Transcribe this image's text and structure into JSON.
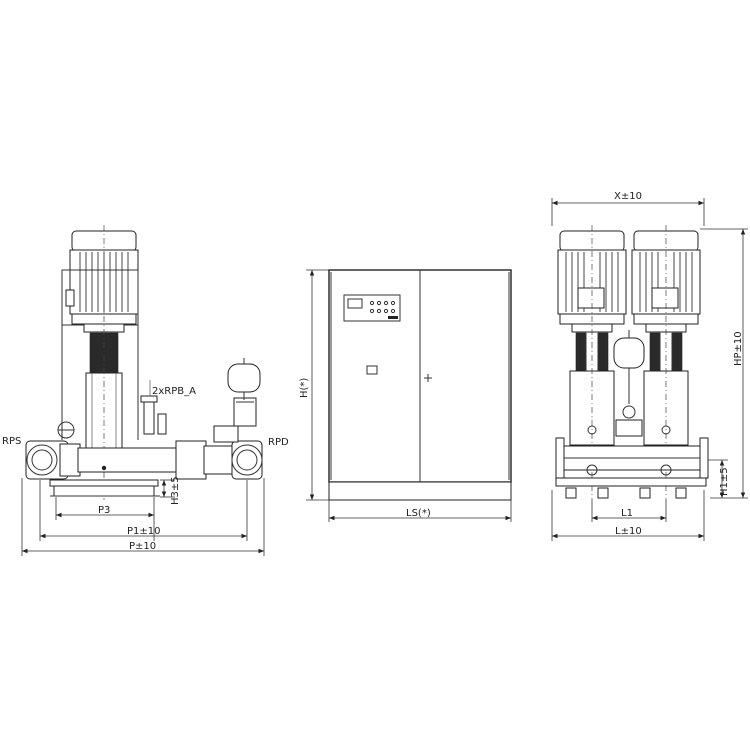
{
  "labels": {
    "rps": "RPS",
    "rpd": "RPD",
    "rpb": "2xRPB_A",
    "h3": "H3±5",
    "p3": "P3",
    "p1": "P1±10",
    "p": "P±10",
    "h": "H(*)",
    "ls": "LS(*)",
    "x": "X±10",
    "hp": "HP±10",
    "h1": "H1±5",
    "l1": "L1",
    "l": "L±10"
  }
}
